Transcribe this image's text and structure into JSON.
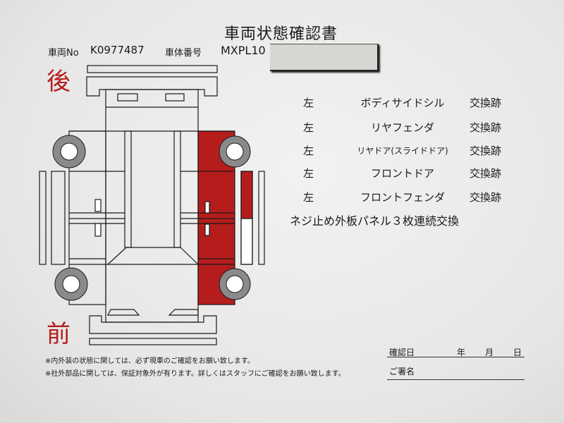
{
  "document": {
    "title": "車両状態確認書",
    "vehicle_no_label": "車両No",
    "vehicle_no": "K0977487",
    "chassis_label": "車体番号",
    "chassis_number_visible": "MXPL10",
    "rear_label": "後",
    "front_label": "前",
    "colors": {
      "damage": "#b51d1d",
      "tire": "#8a8a8a"
    },
    "repairs": [
      {
        "side": "左",
        "part": "ボディサイドシル",
        "action": "交換跡"
      },
      {
        "side": "左",
        "part": "リヤフェンダ",
        "action": "交換跡"
      },
      {
        "side": "左",
        "part": "リヤドア(スライドドア)",
        "action": "交換跡"
      },
      {
        "side": "左",
        "part": "フロントドア",
        "action": "交換跡"
      },
      {
        "side": "左",
        "part": "フロントフェンダ",
        "action": "交換跡"
      }
    ],
    "summary": "ネジ止め外板パネル３枚連続交換",
    "notes": [
      "※内外装の状態に関しては、必ず現車のご確認をお願い致します。",
      "※社外部品に関しては、保証対象外が有ります。詳しくはスタッフにご確認をお願い致します。"
    ],
    "confirm_date_label": "確認日",
    "year_label": "年",
    "month_label": "月",
    "day_label": "日",
    "signature_label": "ご署名"
  }
}
